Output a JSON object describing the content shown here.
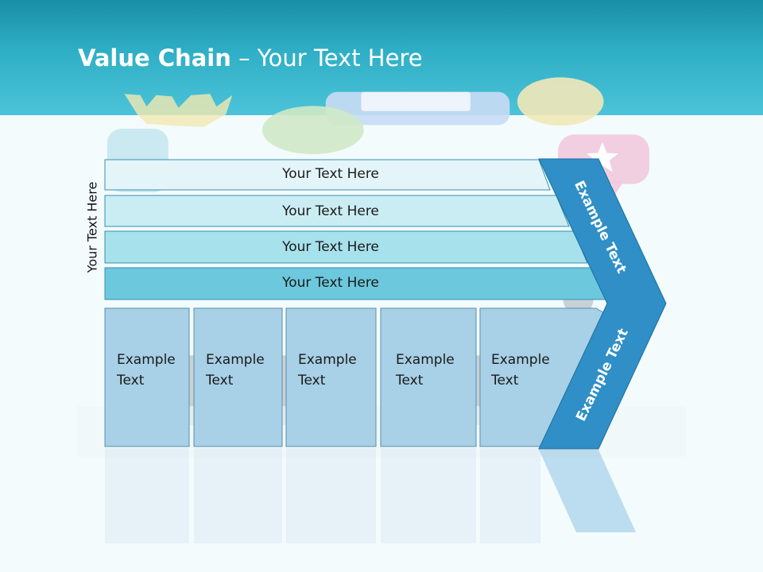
{
  "slide": {
    "title_bold": "Value Chain",
    "title_rest": " – Your Text Here",
    "side_label": "Your Text Here",
    "rows": [
      "Your Text Here",
      "Your Text Here",
      "Your Text Here",
      "Your Text Here"
    ],
    "boxes": [
      {
        "line1": "Example",
        "line2": "Text"
      },
      {
        "line1": "Example",
        "line2": "Text"
      },
      {
        "line1": "Example",
        "line2": "Text"
      },
      {
        "line1": "Example",
        "line2": "Text"
      },
      {
        "line1": "Example",
        "line2": "Text"
      }
    ],
    "arrow_top": "Example Text",
    "arrow_bottom": "Example Text"
  },
  "colors": {
    "header": "#2fafc6",
    "row1": "#e4f5fa",
    "row2": "#c9edf3",
    "row3": "#a6e1ec",
    "row4": "#6cc8dc",
    "box": "#a8d0e6",
    "arrow": "#2f8fc6"
  }
}
